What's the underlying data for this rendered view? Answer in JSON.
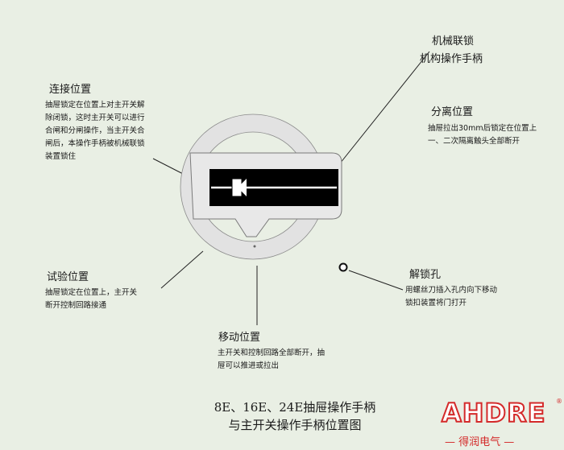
{
  "labels": {
    "mech_lock": {
      "line1": "机械联锁",
      "line2": "机构操作手柄"
    },
    "connect": {
      "title": "连接位置",
      "desc": [
        "抽屉锁定在位置上对主开关解",
        "除闭锁，这时主开关可以进行",
        "合闸和分闸操作，当主开关合",
        "闸后，本操作手柄被机械联锁",
        "装置锁住"
      ]
    },
    "separate": {
      "title": "分离位置",
      "desc": [
        "抽屉拉出30mm后锁定在位置上",
        "一、二次隔离触头全部断开"
      ]
    },
    "test": {
      "title": "试验位置",
      "desc": [
        "抽屉锁定在位置上，主开关",
        "断开控制回路接通"
      ]
    },
    "unlock": {
      "title": "解锁孔",
      "desc": [
        "用螺丝刀插入孔内向下移动",
        "锁扣装置将门打开"
      ]
    },
    "move": {
      "title": "移动位置",
      "desc": [
        "主开关和控制回路全部断开，抽",
        "屉可以推进或拉出"
      ]
    }
  },
  "caption": {
    "line1": "8E、16E、24E抽屉操作手柄",
    "line2": "与主开关操作手柄位置图"
  },
  "brand": {
    "name": "AHDRE",
    "registered": "®",
    "sub": "— 得润电气 —"
  },
  "colors": {
    "background": "#e9efe4",
    "brand_red": "#d42a2a",
    "ring": "#e0e0e0",
    "handle": "#000000"
  }
}
